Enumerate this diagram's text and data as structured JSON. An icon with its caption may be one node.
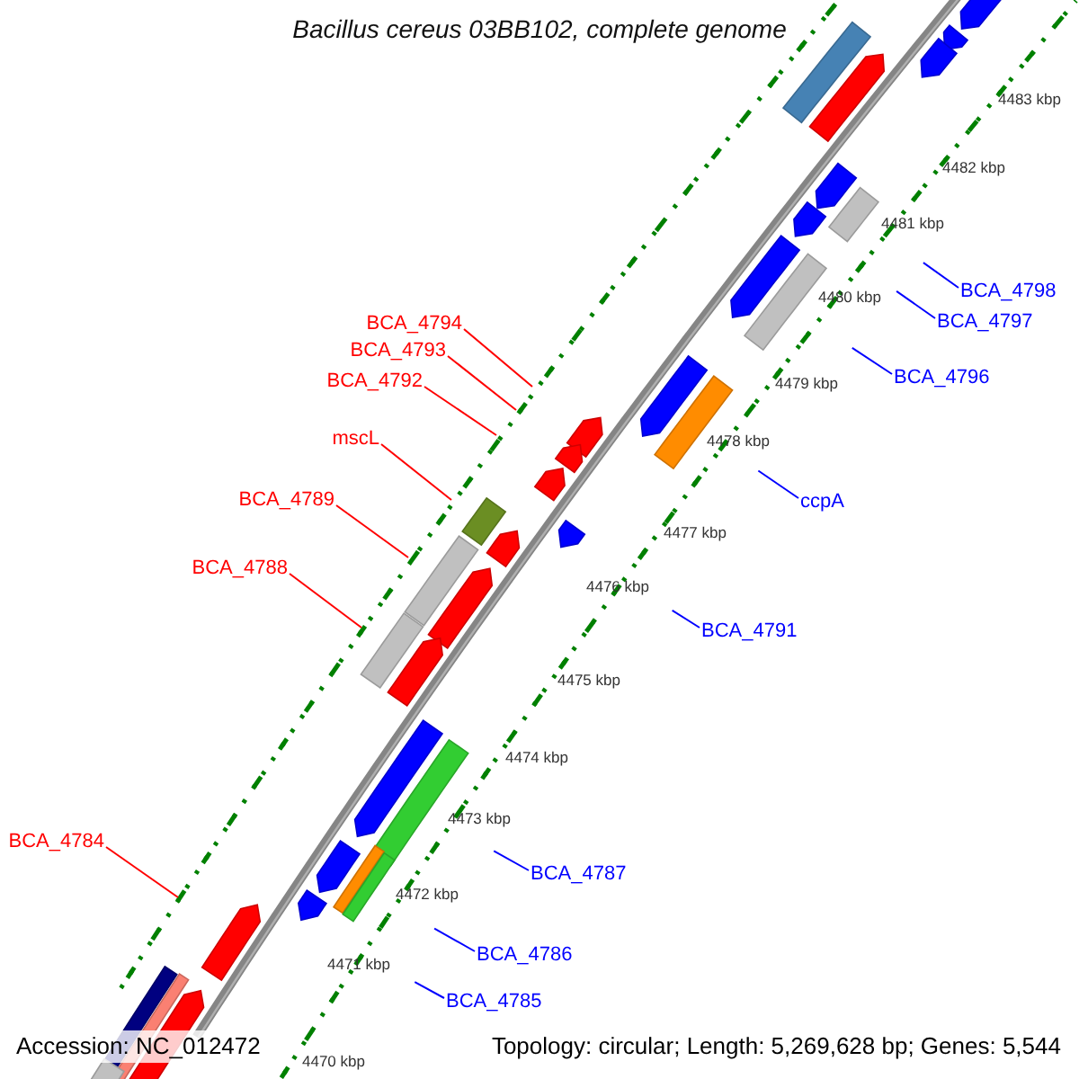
{
  "diagram": {
    "title": "Bacillus cereus 03BB102, complete genome",
    "nodes": [
      {
        "text": [
          "BCA_4798"
        ]
      },
      {
        "text": [
          "BCA_4797"
        ]
      },
      {
        "text": [
          "BCA_4794"
        ]
      },
      {
        "text": [
          "BCA_4793"
        ]
      },
      {
        "text": [
          "BCA_4796"
        ]
      },
      {
        "text": [
          "BCA_4792"
        ]
      },
      {
        "text": [
          "mscL"
        ]
      },
      {
        "text": [
          "BCA_4789"
        ]
      },
      {
        "text": [
          "ccpA"
        ]
      },
      {
        "text": [
          "BCA_4788"
        ]
      },
      {
        "text": [
          "BCA_4791"
        ]
      },
      {
        "text": [
          "BCA_4784"
        ]
      },
      {
        "text": [
          "BCA_4787"
        ]
      },
      {
        "text": [
          "BCA_4786"
        ]
      },
      {
        "text": [
          "BCA_4785"
        ]
      }
    ],
    "edges": [
      {
        "from": 0,
        "to": null,
        "arrow": "none"
      },
      {
        "from": 1,
        "to": null,
        "arrow": "none"
      },
      {
        "from": 2,
        "to": null,
        "arrow": "none",
        "color": "#ff0000"
      },
      {
        "from": 3,
        "to": null,
        "arrow": "none",
        "color": "#ff0000"
      },
      {
        "from": 4,
        "to": null,
        "arrow": "none"
      },
      {
        "from": 5,
        "to": null,
        "arrow": "none",
        "color": "#ff0000"
      },
      {
        "from": 6,
        "to": null,
        "arrow": "none",
        "color": "#ff0000"
      },
      {
        "from": 7,
        "to": null,
        "arrow": "none",
        "color": "#ff0000"
      },
      {
        "from": 8,
        "to": null,
        "arrow": "none"
      },
      {
        "from": 9,
        "to": null,
        "arrow": "none",
        "color": "#ff0000"
      },
      {
        "from": 10,
        "to": null,
        "arrow": "none"
      },
      {
        "from": 11,
        "to": null,
        "arrow": "none",
        "color": "#ff0000"
      },
      {
        "from": 12,
        "to": null,
        "arrow": "none"
      },
      {
        "from": 13,
        "to": null,
        "arrow": "none"
      },
      {
        "from": 14,
        "to": null,
        "arrow": "none"
      }
    ],
    "labels": [
      "4483 kbp",
      "4482 kbp",
      "4481 kbp",
      "4480 kbp",
      "4479 kbp",
      "4478 kbp",
      "4477 kbp",
      "4476 kbp",
      "4475 kbp",
      "4474 kbp",
      "4473 kbp",
      "4472 kbp",
      "4471 kbp",
      "4470 kbp",
      "Accession: NC_012472",
      "Topology: circular; Length: 5,269,628 bp; Genes: 5,544"
    ]
  }
}
